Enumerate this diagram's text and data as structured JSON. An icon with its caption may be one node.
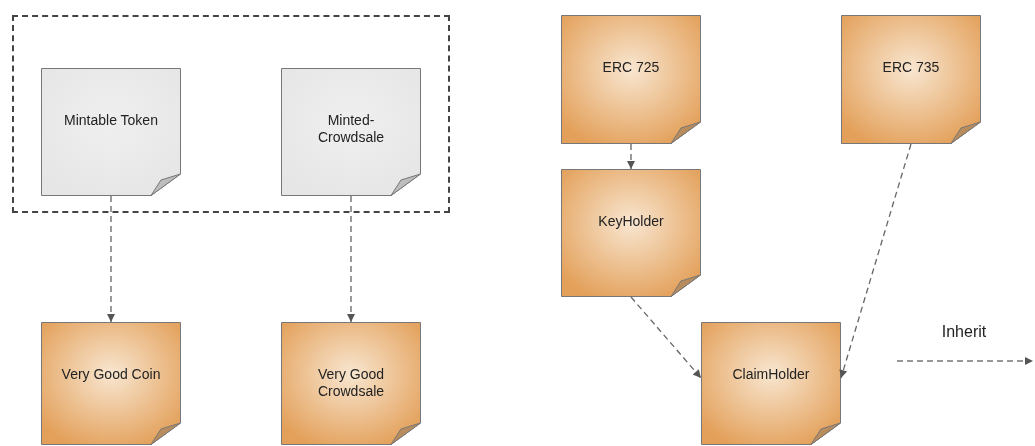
{
  "diagram": {
    "nodes": [
      {
        "text": [],
        "shape": "box"
      },
      {
        "text": [
          "Mintable Token"
        ],
        "in": 0
      },
      {
        "text": [
          "Minted-Crowdsale"
        ],
        "in": 0
      },
      {
        "text": [
          "Very Good Coin"
        ]
      },
      {
        "text": [
          "Very Good Crowdsale"
        ]
      },
      {
        "text": [
          "ERC 725"
        ]
      },
      {
        "text": [
          "ERC 735"
        ]
      },
      {
        "text": [
          "KeyHolder"
        ]
      },
      {
        "text": [
          "ClaimHolder"
        ]
      }
    ],
    "edges": [
      {
        "from": 1,
        "to": 3,
        "arrow": "to",
        "style": "dashed"
      },
      {
        "from": 2,
        "to": 4,
        "arrow": "to",
        "style": "dashed"
      },
      {
        "from": 5,
        "to": 7,
        "arrow": "to",
        "style": "dashed"
      },
      {
        "from": 7,
        "to": 8,
        "arrow": "to",
        "style": "dashed"
      },
      {
        "from": 6,
        "to": 8,
        "arrow": "to",
        "style": "dashed"
      }
    ],
    "legend": [
      {
        "text": "Inherit"
      }
    ]
  }
}
